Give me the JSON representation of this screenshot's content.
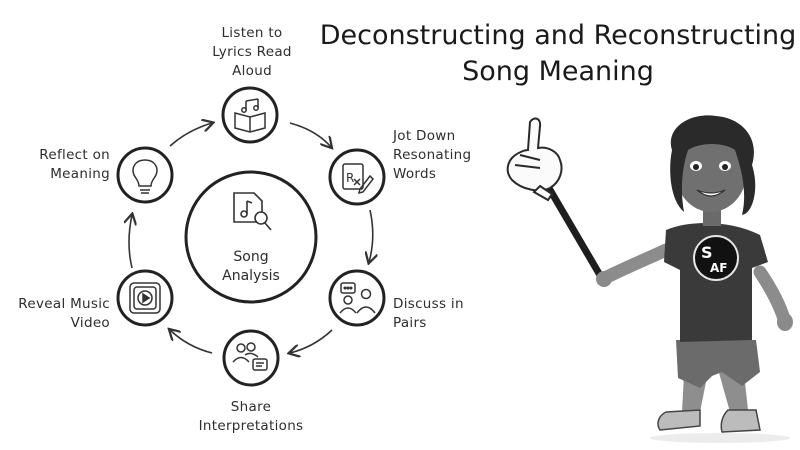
{
  "title": {
    "line1": "Deconstructing and Reconstructing",
    "line2": "Song Meaning"
  },
  "center": {
    "line1": "Song",
    "line2": "Analysis",
    "icon": "music-file-search-icon"
  },
  "steps": [
    {
      "lines": [
        "Listen to",
        "Lyrics Read",
        "Aloud"
      ],
      "icon": "open-book-music-notes-icon"
    },
    {
      "lines": [
        "Jot Down",
        "Resonating",
        "Words"
      ],
      "icon": "prescription-pencil-icon"
    },
    {
      "lines": [
        "Discuss in",
        "Pairs"
      ],
      "icon": "people-chat-icon"
    },
    {
      "lines": [
        "Share",
        "Interpretations"
      ],
      "icon": "people-comment-icon"
    },
    {
      "lines": [
        "Reveal Music",
        "Video"
      ],
      "icon": "play-video-icon"
    },
    {
      "lines": [
        "Reflect on",
        "Meaning"
      ],
      "icon": "lightbulb-icon"
    }
  ],
  "presenter": {
    "logo_letters": [
      "S",
      "AF"
    ],
    "icon": "pointing-presenter-figure"
  }
}
